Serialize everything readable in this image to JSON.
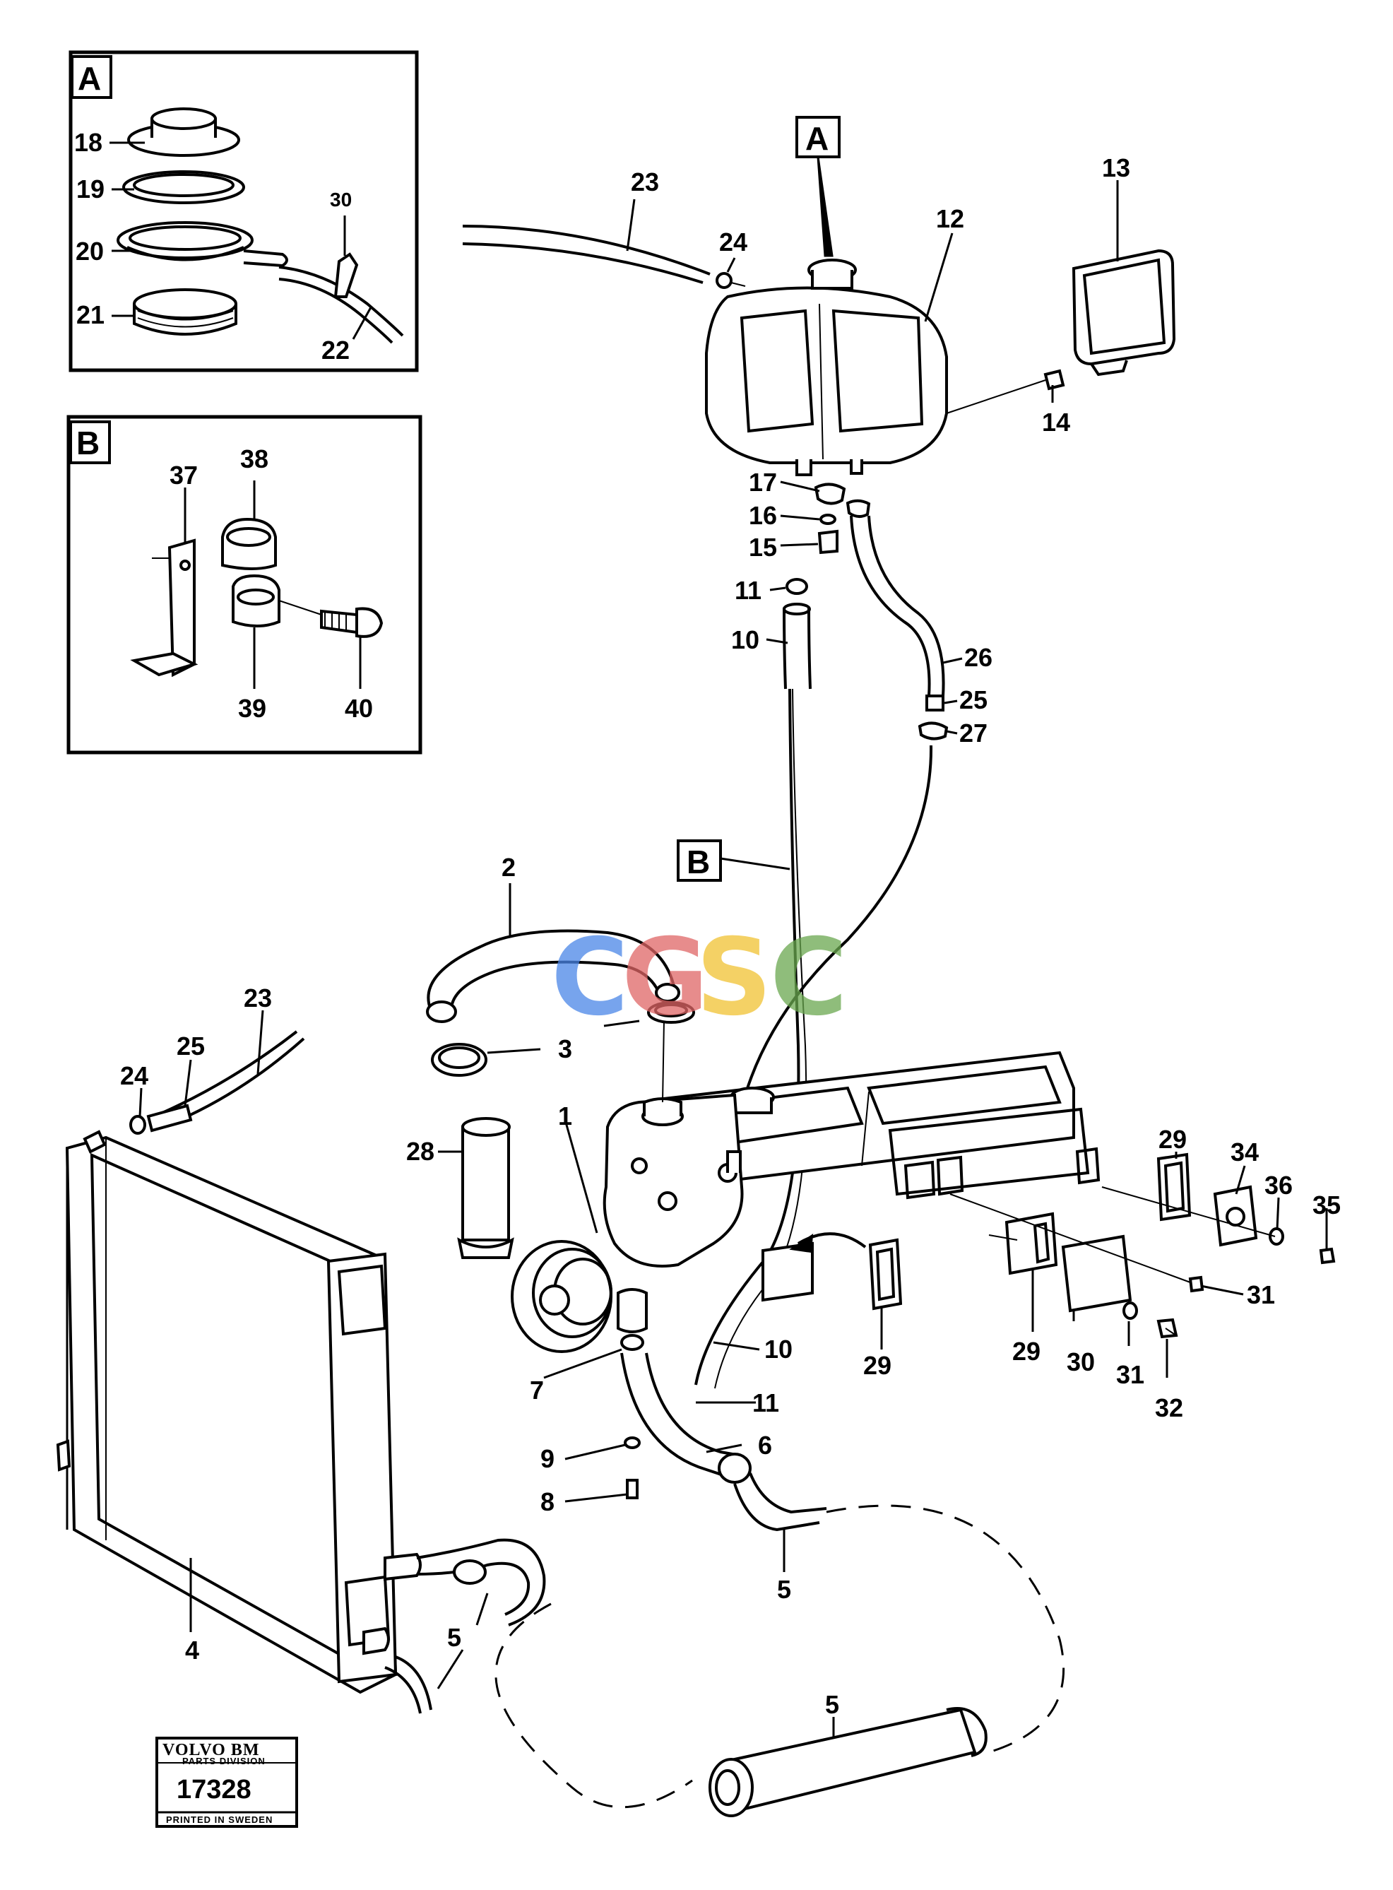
{
  "insets": {
    "a": {
      "letter": "A"
    },
    "b": {
      "letter": "B"
    }
  },
  "callouts": {
    "a": "A",
    "b": "B"
  },
  "labels": {
    "l1": "1",
    "l2": "2",
    "l3": "3",
    "l4": "4",
    "l5a": "5",
    "l5b": "5",
    "l5c": "5",
    "l6": "6",
    "l7": "7",
    "l8": "8",
    "l9": "9",
    "l10a": "10",
    "l10b": "10",
    "l11a": "11",
    "l11b": "11",
    "l12": "12",
    "l13": "13",
    "l14": "14",
    "l15": "15",
    "l16": "16",
    "l17": "17",
    "l18": "18",
    "l19": "19",
    "l20": "20",
    "l21": "21",
    "l22": "22",
    "l23a": "23",
    "l23b": "23",
    "l24a": "24",
    "l24b": "24",
    "l25a": "25",
    "l25b": "25",
    "l26": "26",
    "l27": "27",
    "l28": "28",
    "l29a": "29",
    "l29b": "29",
    "l29c": "29",
    "l30a": "30",
    "l30b": "30",
    "l31a": "31",
    "l31b": "31",
    "l32": "32",
    "l34": "34",
    "l35": "35",
    "l36": "36",
    "l37": "37",
    "l38": "38",
    "l39": "39",
    "l40": "40"
  },
  "watermark": {
    "letters": [
      "C",
      "G",
      "S",
      "C"
    ],
    "colors": [
      "#4a86e8",
      "#e06666",
      "#f1c232",
      "#6aa84f"
    ]
  },
  "stamp": {
    "brand": "VOLVO BM",
    "division": "PARTS DIVISION",
    "number": "17328",
    "footer": "PRINTED IN SWEDEN"
  }
}
